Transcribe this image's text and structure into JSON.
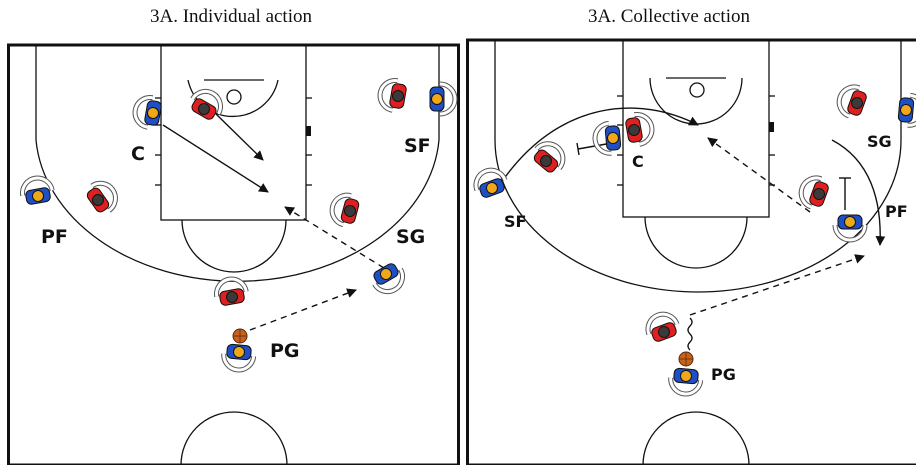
{
  "diagram": {
    "left": {
      "title": "3A. Individual action",
      "labels": {
        "c": "C",
        "sf": "SF",
        "pf": "PF",
        "sg": "SG",
        "pg": "PG"
      }
    },
    "right": {
      "title": "3A. Collective action",
      "labels": {
        "sf": "SF",
        "c": "C",
        "sg": "SG",
        "pf": "PF",
        "pg": "PG"
      }
    },
    "colors": {
      "offense_jersey": "#1f4fc4",
      "defense_jersey": "#e02020",
      "offense_head": "#f0a818",
      "defense_head": "#3a3a3a",
      "ball": "#c8611e",
      "court_line": "#222222"
    }
  }
}
